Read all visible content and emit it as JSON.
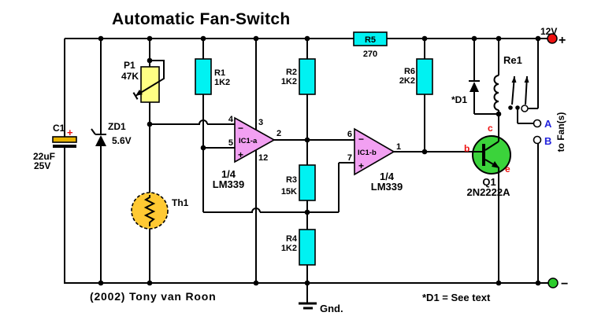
{
  "title": "Automatic Fan-Switch",
  "colors": {
    "wire": "#000000",
    "background": "#FFFFFF",
    "resistor_fill": "#00F2F2",
    "pot_fill": "#FFFF84",
    "thermistor_fill": "#FFC933",
    "cap_plate_fill": "#E8B400",
    "opamp_fill": "#F2A0F2",
    "transistor_fill": "#3BD33B",
    "terminal_positive": "#EE1111",
    "terminal_negative": "#2BCC2B",
    "text_blue": "#2222DD",
    "text_red": "#EE1111"
  },
  "power": {
    "v12": "12V",
    "plus": "+",
    "minus": "−"
  },
  "components": {
    "c1": {
      "ref": "C1",
      "polarity": "+",
      "value": "22uF",
      "voltage": "25V"
    },
    "zd1": {
      "ref": "ZD1",
      "value": "5.6V"
    },
    "p1": {
      "ref": "P1",
      "value": "47K"
    },
    "th1": {
      "ref": "Th1"
    },
    "r1": {
      "ref": "R1",
      "value": "1K2"
    },
    "r2": {
      "ref": "R2",
      "value": "1K2"
    },
    "r3": {
      "ref": "R3",
      "value": "15K"
    },
    "r4": {
      "ref": "R4",
      "value": "1K2"
    },
    "r5": {
      "ref": "R5",
      "value": "270"
    },
    "r6": {
      "ref": "R6",
      "value": "2K2"
    },
    "d1": {
      "ref": "*D1"
    },
    "re1": {
      "ref": "Re1"
    },
    "q1": {
      "ref": "Q1",
      "part": "2N2222A",
      "base": "b",
      "collector": "c",
      "emitter": "e"
    },
    "ic1a": {
      "ref": "IC1-a",
      "fraction": "1/4",
      "part": "LM339",
      "minus": "−",
      "plus": "+",
      "pin_in_minus": "4",
      "pin_in_plus": "5",
      "pin_vcc": "3",
      "pin_gnd": "12",
      "pin_out": "2"
    },
    "ic1b": {
      "ref": "IC1-b",
      "fraction": "1/4",
      "part": "LM339",
      "minus": "−",
      "plus": "+",
      "pin_in_minus": "6",
      "pin_in_plus": "7",
      "pin_out": "1"
    }
  },
  "outputs": {
    "a": "A",
    "b": "B",
    "to_fans": "to Fan(s)"
  },
  "footer": {
    "credit": "(2002) Tony van Roon",
    "d1_note": "*D1 = See text",
    "gnd": "Gnd."
  }
}
